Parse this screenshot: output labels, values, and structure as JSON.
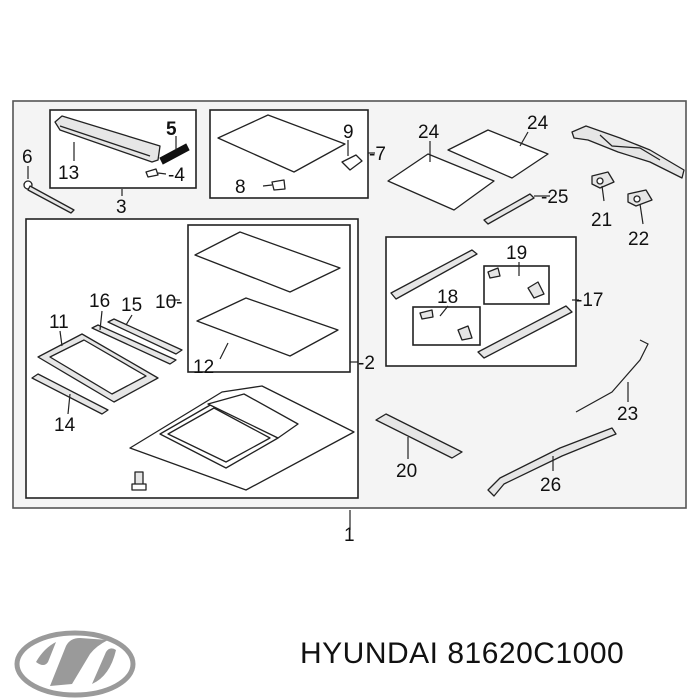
{
  "callouts": {
    "c1": "1",
    "c2": "-2",
    "c3": "3",
    "c4": "-4",
    "c5": "5",
    "c6": "6",
    "c7": "-7",
    "c8": "8",
    "c9": "9",
    "c10": "10-",
    "c11": "11",
    "c12": "12",
    "c13": "13",
    "c14": "14",
    "c15": "15",
    "c16": "16",
    "c17": "-17",
    "c18": "18",
    "c19": "19",
    "c20": "20",
    "c21": "21",
    "c22": "22",
    "c23": "23",
    "c24a": "24",
    "c24b": "24",
    "c25": "-25",
    "c26": "26"
  },
  "caption": {
    "brand": "HYUNDAI",
    "part_number": "81620C1000"
  },
  "colors": {
    "line": "#222222",
    "frame_fill": "#f4f4f4",
    "logo": "#9a9a9a"
  }
}
